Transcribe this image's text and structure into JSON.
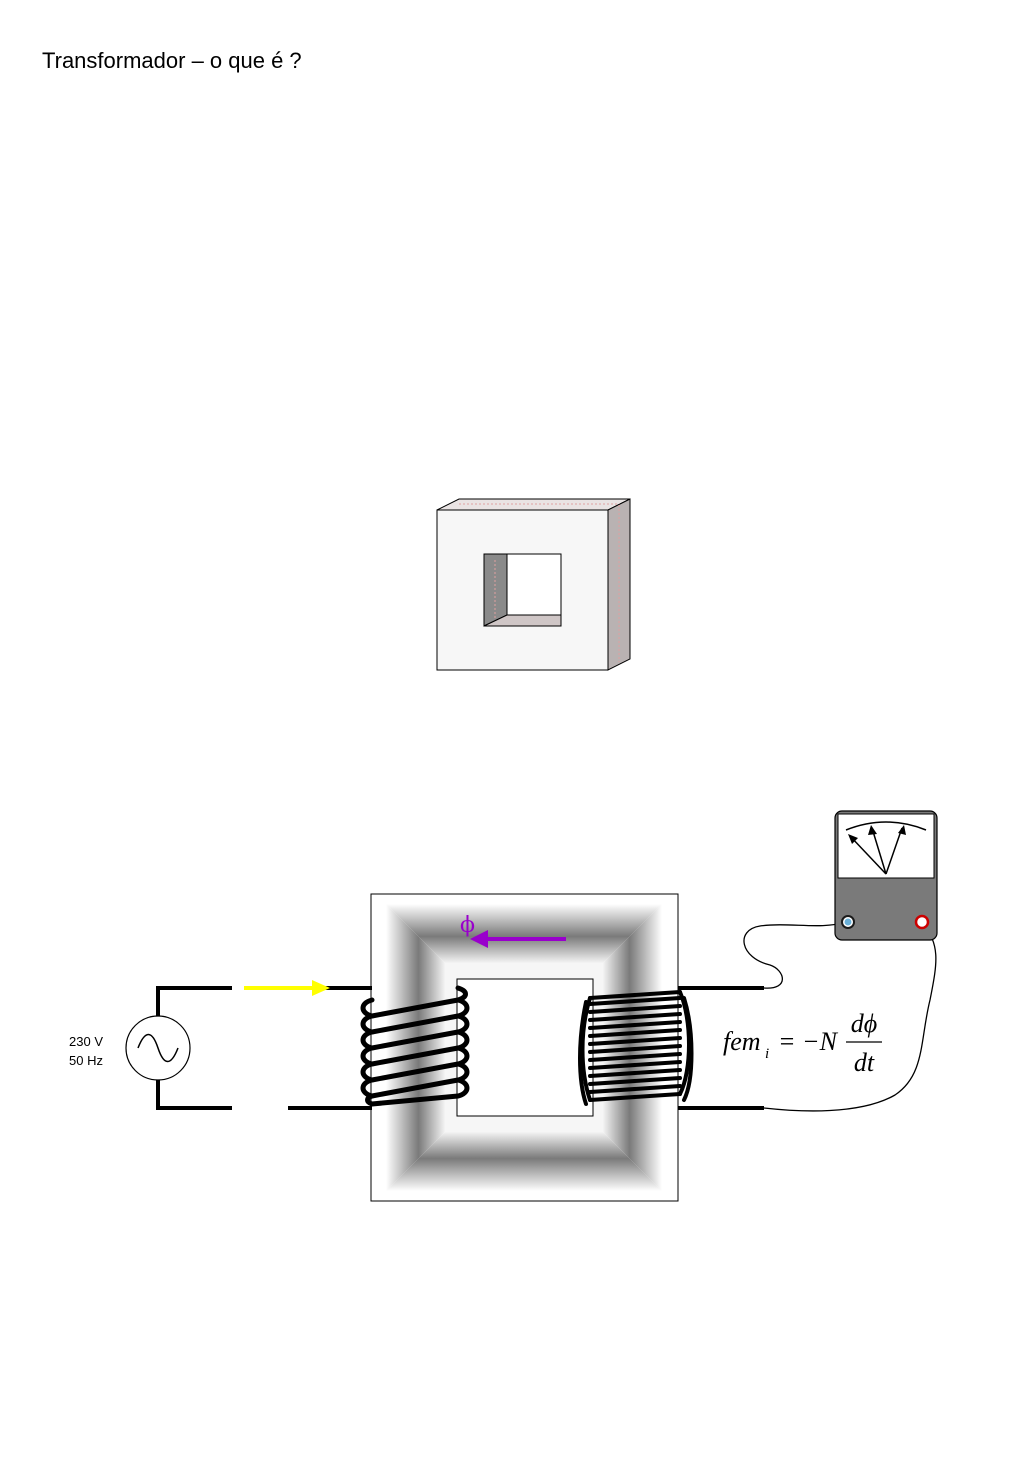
{
  "title": "Transformador – o que é ?",
  "source": {
    "voltage": "230 V",
    "frequency": "50 Hz"
  },
  "flux": {
    "symbol": "ϕ",
    "color": "#9900cc"
  },
  "current_arrow_color": "#ffff00",
  "equation": {
    "lhs": "fem",
    "lhs_sub": "i",
    "rhs_prefix": "= −N",
    "numerator": "dϕ",
    "denominator": "dt"
  },
  "colors": {
    "meter_body": "#7a7a7a",
    "terminal_left": "#6ab0d8",
    "terminal_right": "#cc0000"
  }
}
